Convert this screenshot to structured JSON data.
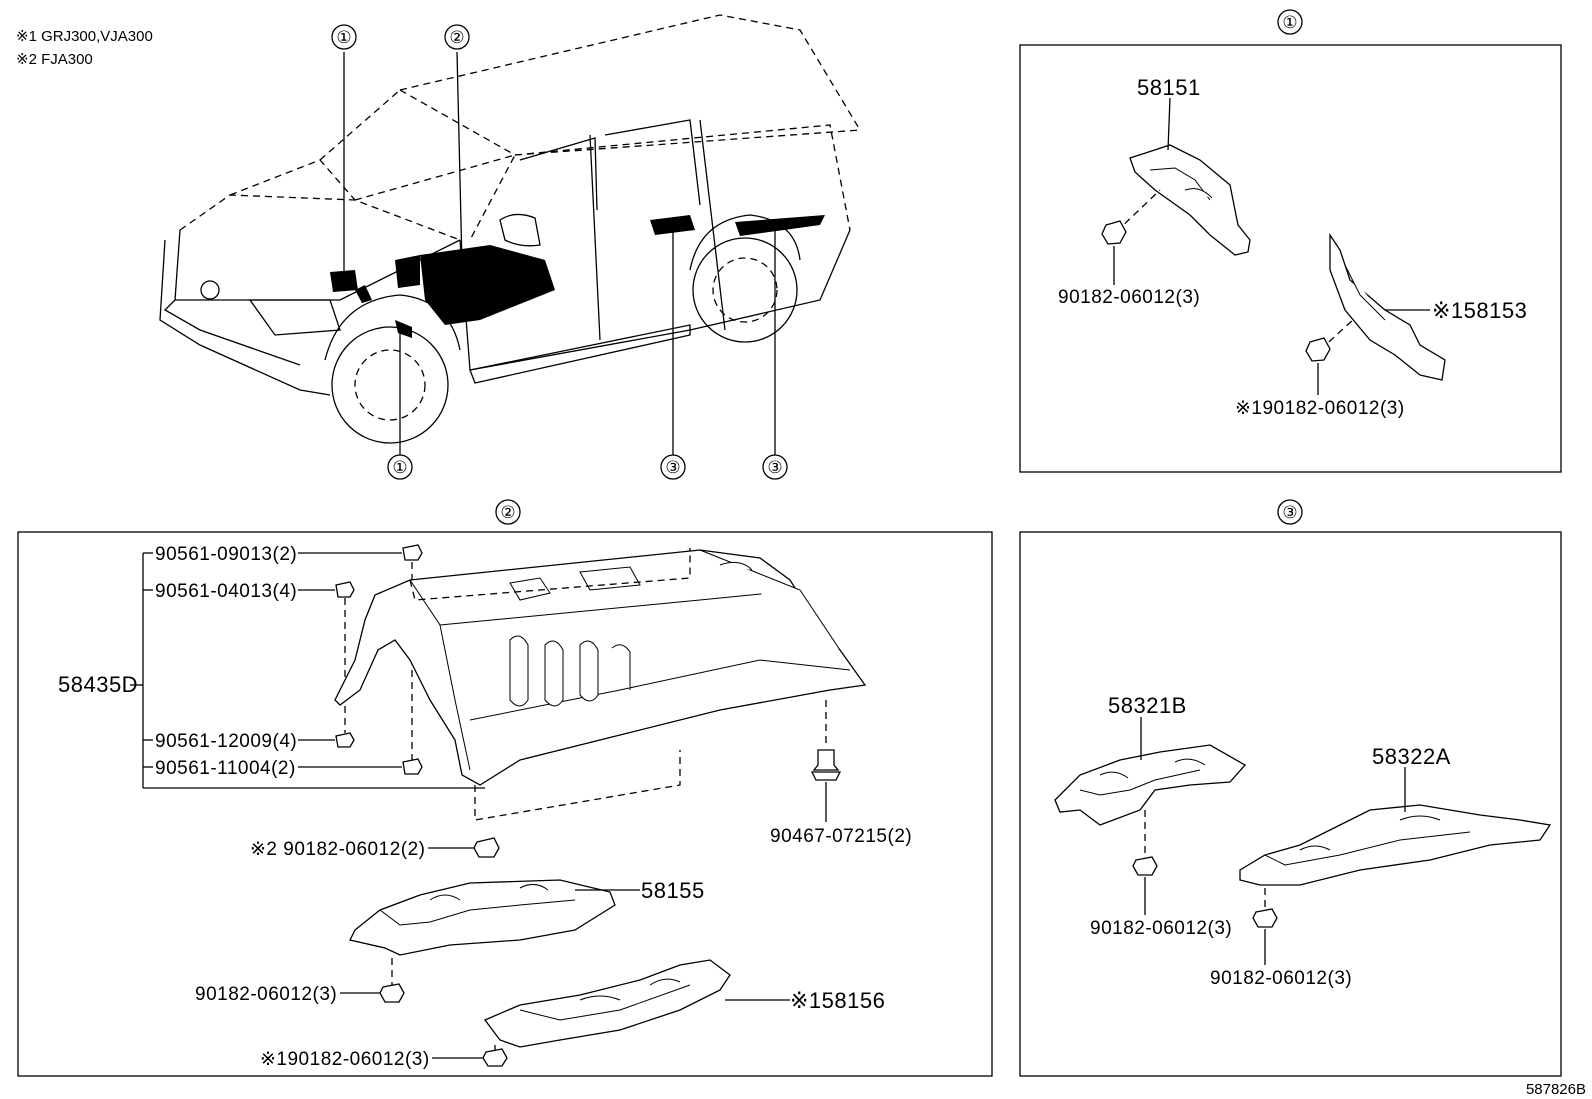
{
  "notes": {
    "note1": "※1 GRJ300,VJA300",
    "note2": "※2 FJA300"
  },
  "markers": {
    "one": "①",
    "two": "②",
    "three": "③"
  },
  "illustration_no": "587826B",
  "panel_1": {
    "p58151": "58151",
    "p90182_a": "90182-06012(3)",
    "p58153": "※158153",
    "p90182_b": "※190182-06012(3)"
  },
  "panel_2": {
    "p90561_09013": "90561-09013(2)",
    "p90561_04013": "90561-04013(4)",
    "p58435D": "58435D",
    "p90561_12009": "90561-12009(4)",
    "p90561_11004": "90561-11004(2)",
    "p90182_x2": "※2 90182-06012(2)",
    "p90467": "90467-07215(2)",
    "p58155": "58155",
    "p90182_c": "90182-06012(3)",
    "p58156": "※158156",
    "p90182_d": "※190182-06012(3)"
  },
  "panel_3": {
    "p58321B": "58321B",
    "p58322A": "58322A",
    "p90182_e": "90182-06012(3)",
    "p90182_f": "90182-06012(3)"
  }
}
